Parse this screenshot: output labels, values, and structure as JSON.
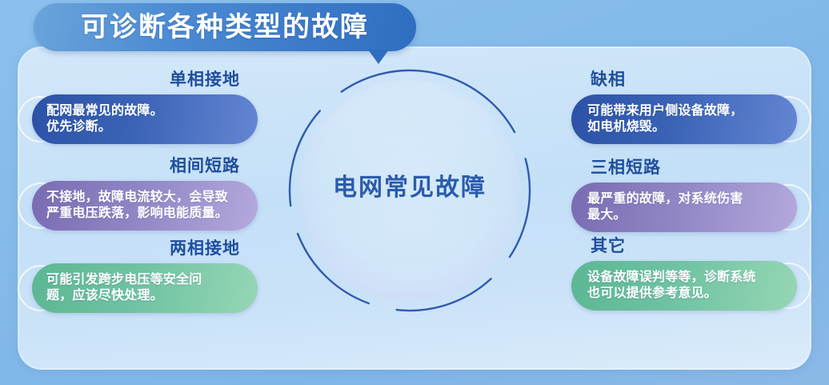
{
  "banner": {
    "title": "可诊断各种类型的故障"
  },
  "center": {
    "label": "电网常见故障",
    "ring_style": "dashed-circle",
    "text_color": "#2a5cab"
  },
  "colors": {
    "background": "#7fb5e8",
    "panel": "#cfe5f9",
    "banner_gradient_start": "#6aa4db",
    "banner_gradient_end": "#2f6dc0",
    "heading": "#1f4e9c",
    "pill_blue": "#2b52a6",
    "pill_purple": "#7a6bb2",
    "pill_green": "#5cb793"
  },
  "left_items": [
    {
      "heading": "单相接地",
      "body": "配网最常见的故障。\n优先诊断。",
      "theme": "blue"
    },
    {
      "heading": "相间短路",
      "body": "不接地，故障电流较大，会导致\n严重电压跌落，影响电能质量。",
      "theme": "purple"
    },
    {
      "heading": "两相接地",
      "body": "可能引发跨步电压等安全问\n题，应该尽快处理。",
      "theme": "green"
    }
  ],
  "right_items": [
    {
      "heading": "缺相",
      "body": "可能带来用户侧设备故障，\n如电机烧毁。",
      "theme": "blue"
    },
    {
      "heading": "三相短路",
      "body": "最严重的故障，对系统伤害\n最大。",
      "theme": "purple"
    },
    {
      "heading": "其它",
      "body": "设备故障误判等等，诊断系统\n也可以提供参考意见。",
      "theme": "green"
    }
  ]
}
